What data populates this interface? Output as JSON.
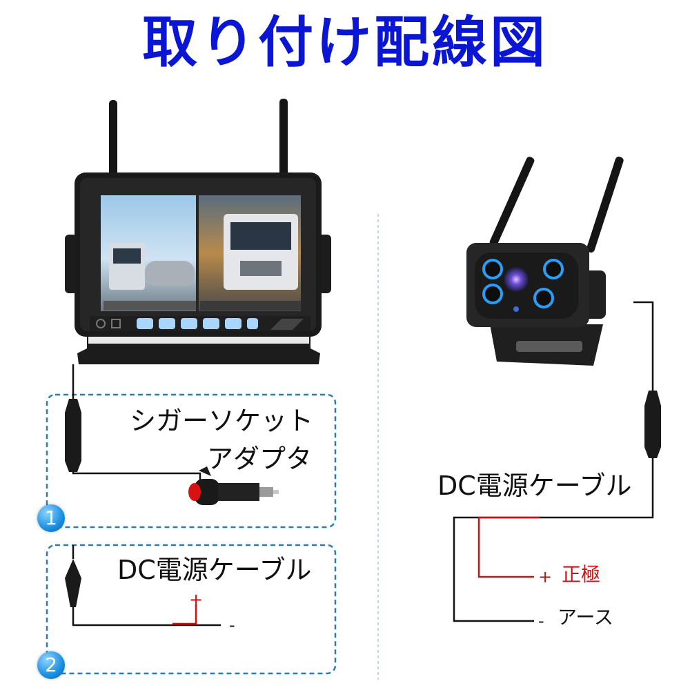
{
  "title": "取り付け配線図",
  "option1": {
    "number": "1",
    "label_line1": "シガーソケット",
    "label_line2": "アダプタ"
  },
  "option2": {
    "number": "2",
    "label": "DC電源ケーブル",
    "plus": "+",
    "minus": "-"
  },
  "camera": {
    "label": "DC電源ケーブル",
    "plus_label": "正極",
    "minus_label": "アース",
    "plus": "+",
    "minus": "-"
  },
  "colors": {
    "title": "#0a16d4",
    "dashed_box": "#2a7fa8",
    "positive_wire": "#d11111",
    "wire": "#111111",
    "badge": "#1a8fe0"
  }
}
